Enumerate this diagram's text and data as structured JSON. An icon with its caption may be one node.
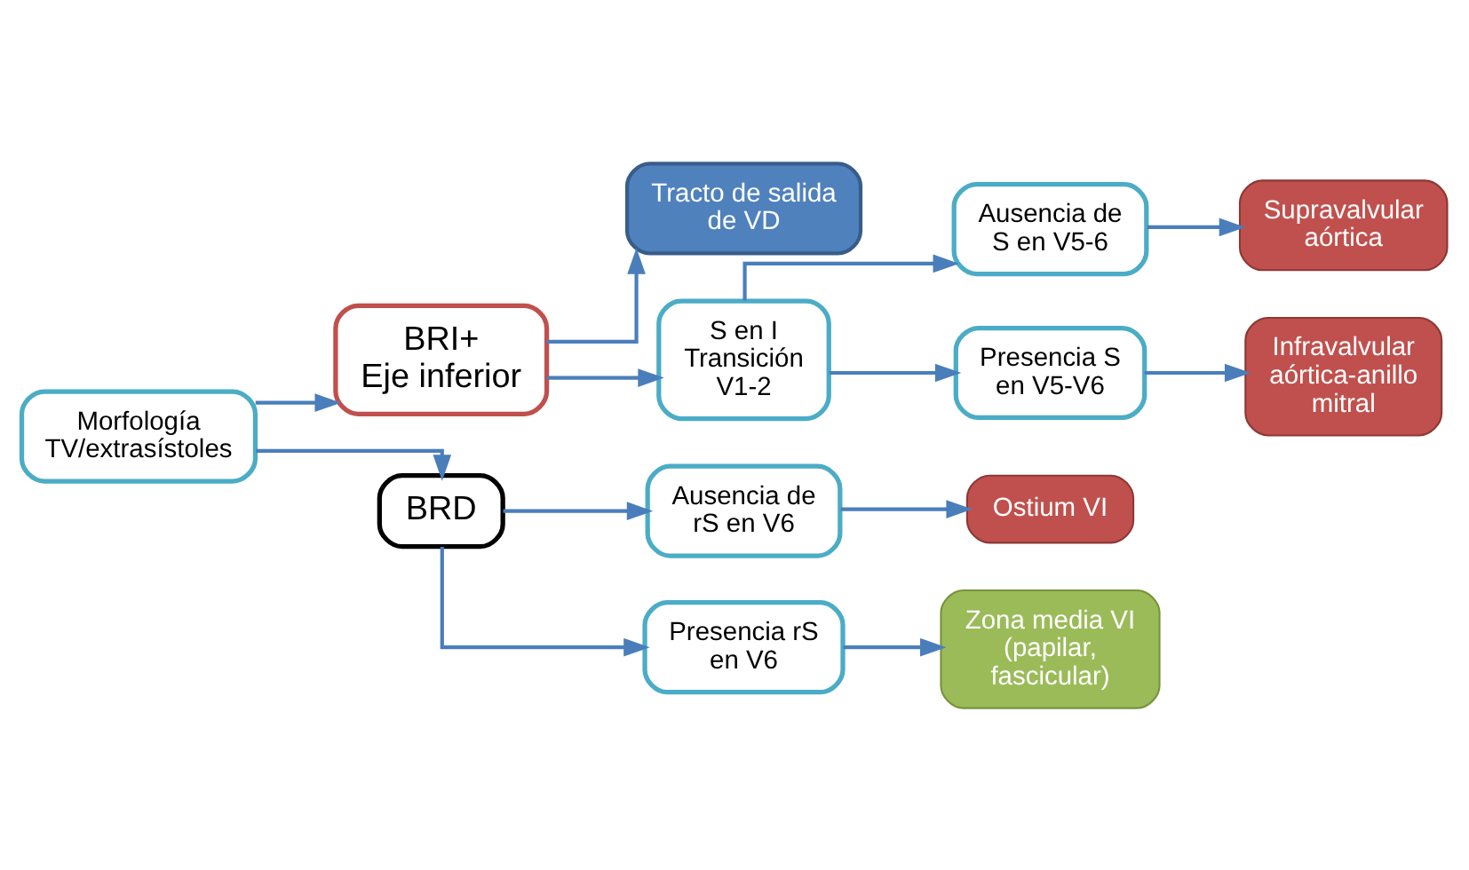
{
  "diagram": {
    "nodes": [
      {
        "text": [
          "Morfología TV/extrasístoles"
        ]
      },
      {
        "text": [
          "BRI+",
          "Eje inferior"
        ]
      },
      {
        "text": [
          "Tracto de salida de VD"
        ]
      },
      {
        "text": [
          "S en I Transición V1-2"
        ]
      },
      {
        "text": [
          "Ausencia de S en V5-6"
        ]
      },
      {
        "text": [
          "Presencia S en V5-V6"
        ]
      },
      {
        "text": [
          "Supravalvular aórtica"
        ]
      },
      {
        "text": [
          "Infravalvular aórtica-anillo mitral"
        ]
      },
      {
        "text": [
          "BRD"
        ]
      },
      {
        "text": [
          "Ausencia de rS en V6"
        ]
      },
      {
        "text": [
          "Presencia rS en V6"
        ]
      },
      {
        "text": [
          "Ostium VI"
        ]
      },
      {
        "text": [
          "Zona media VI (papilar, fascicular)"
        ]
      }
    ],
    "edges": [
      {
        "from": 0,
        "to": 1,
        "arrow": "to"
      },
      {
        "from": 0,
        "to": 8,
        "arrow": "to"
      },
      {
        "from": 1,
        "to": 2,
        "arrow": "to"
      },
      {
        "from": 1,
        "to": 3,
        "arrow": "to"
      },
      {
        "from": 3,
        "to": 4,
        "arrow": "to"
      },
      {
        "from": 3,
        "to": 5,
        "arrow": "to"
      },
      {
        "from": 4,
        "to": 6,
        "arrow": "to"
      },
      {
        "from": 5,
        "to": 7,
        "arrow": "to"
      },
      {
        "from": 8,
        "to": 9,
        "arrow": "to"
      },
      {
        "from": 8,
        "to": 10,
        "arrow": "to"
      },
      {
        "from": 9,
        "to": 11,
        "arrow": "to"
      },
      {
        "from": 10,
        "to": 12,
        "arrow": "to"
      }
    ]
  }
}
